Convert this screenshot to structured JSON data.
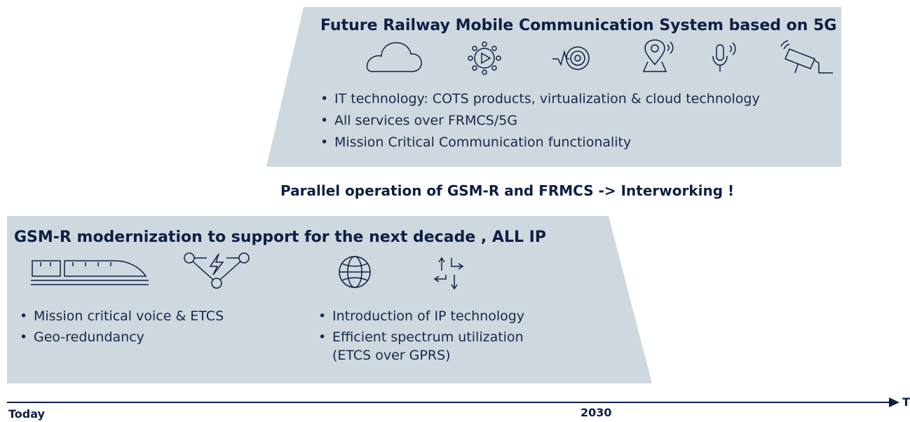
{
  "colors": {
    "box_fill": "#cfd8df",
    "text": "#0e1f44",
    "line": "#0e1f44"
  },
  "top_box": {
    "title": "Future Railway Mobile Communication System based on 5G",
    "icons": [
      "cloud-icon",
      "play-gear-icon",
      "signal-target-icon",
      "location-pin-icon",
      "microphone-icon",
      "cctv-camera-icon"
    ],
    "bullets": [
      "IT technology: COTS products, virtualization & cloud technology",
      "All services over FRMCS/5G",
      "Mission Critical Communication functionality"
    ]
  },
  "middle_caption": "Parallel operation of GSM-R and FRMCS -> Interworking !",
  "bottom_box": {
    "title": "GSM-R modernization to support for the next decade , ALL IP",
    "icons": [
      "train-icon",
      "network-bolt-icon",
      "globe-icon",
      "arrows-icon"
    ],
    "bullets_left": [
      "Mission critical voice & ETCS",
      "Geo-redundancy"
    ],
    "bullets_right": [
      "Introduction of IP technology",
      "Efficient spectrum utilization"
    ],
    "bullets_right_continuation": "(ETCS over GPRS)"
  },
  "timeline": {
    "start_label": "Today",
    "mid_label": "2030",
    "end_label": "Time"
  }
}
